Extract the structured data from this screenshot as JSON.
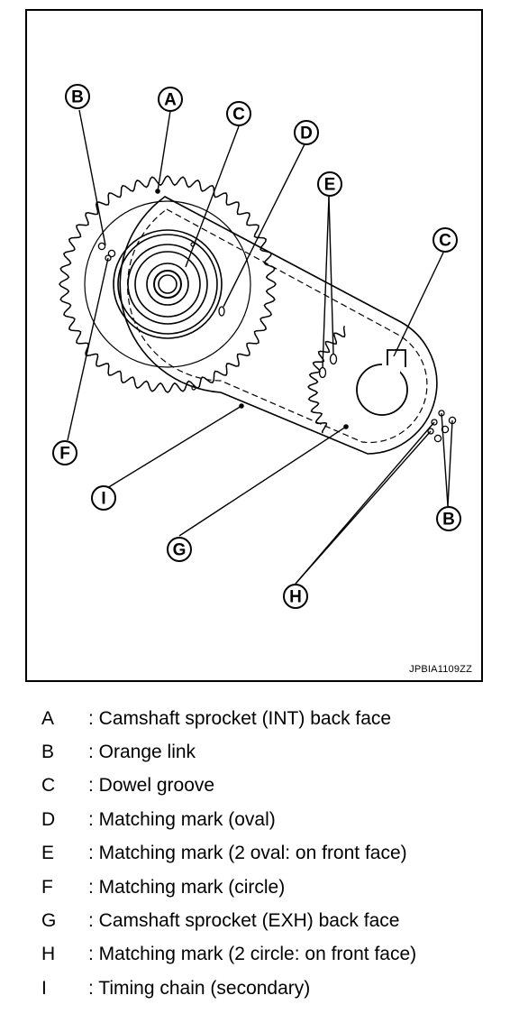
{
  "figure": {
    "figure_id": "JPBIA1109ZZ",
    "callouts": {
      "A": "A",
      "B": "B",
      "C": "C",
      "D": "D",
      "E": "E",
      "F": "F",
      "G": "G",
      "H": "H",
      "I": "I"
    }
  },
  "legend": {
    "items": [
      {
        "letter": "A",
        "text": ": Camshaft sprocket (INT) back face"
      },
      {
        "letter": "B",
        "text": ": Orange link"
      },
      {
        "letter": "C",
        "text": ": Dowel groove"
      },
      {
        "letter": "D",
        "text": ": Matching mark (oval)"
      },
      {
        "letter": "E",
        "text": ": Matching mark (2 oval: on front face)"
      },
      {
        "letter": "F",
        "text": ": Matching mark (circle)"
      },
      {
        "letter": "G",
        "text": ": Camshaft sprocket (EXH) back face"
      },
      {
        "letter": "H",
        "text": ": Matching mark (2 circle: on front face)"
      },
      {
        "letter": "I",
        "text": ": Timing chain (secondary)"
      }
    ]
  }
}
